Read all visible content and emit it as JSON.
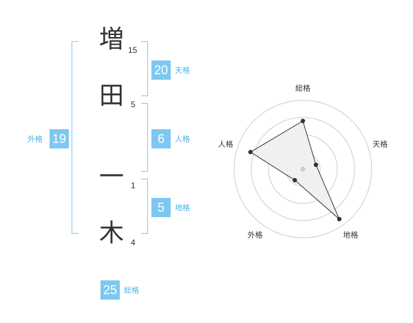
{
  "name": {
    "chars": [
      {
        "char": "増",
        "strokes": "15"
      },
      {
        "char": "田",
        "strokes": "5"
      },
      {
        "char": "一",
        "strokes": "1"
      },
      {
        "char": "木",
        "strokes": "4"
      }
    ]
  },
  "kakusu": {
    "tenkaku": {
      "value": "20",
      "label": "天格"
    },
    "jinkaku": {
      "value": "6",
      "label": "人格"
    },
    "chikaku": {
      "value": "5",
      "label": "地格"
    },
    "gaikaku": {
      "value": "19",
      "label": "外格"
    },
    "soukaku": {
      "value": "25",
      "label": "総格"
    }
  },
  "chart_data": {
    "type": "radar",
    "axes": [
      "総格",
      "天格",
      "地格",
      "外格",
      "人格"
    ],
    "values": [
      3.5,
      1,
      4.5,
      1,
      4
    ],
    "max": 5,
    "rings": 4,
    "colors": {
      "fill": "#f0f0f0",
      "line": "#333333",
      "grid": "#cccccc",
      "center": "#cccccc"
    }
  }
}
